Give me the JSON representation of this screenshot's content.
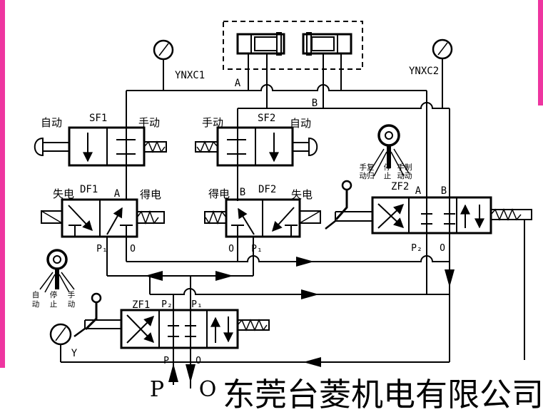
{
  "company_watermark": "东莞台菱机电有限公司",
  "gauges": {
    "left": "YNXC1",
    "right": "YNXC2",
    "bottom": "Y"
  },
  "actuator_box": {
    "port_a": "A",
    "port_b": "B"
  },
  "valves": {
    "sf1": {
      "id": "SF1",
      "left_label": "自动",
      "right_label": "手动"
    },
    "sf2": {
      "id": "SF2",
      "left_label": "手动",
      "right_label": "自动"
    },
    "df1": {
      "id": "DF1",
      "left_label": "失电",
      "right_label": "得电",
      "port_a": "A",
      "port_p1": "P₁",
      "port_o": "O"
    },
    "df2": {
      "id": "DF2",
      "left_label": "得电",
      "right_label": "失电",
      "port_b": "B",
      "port_o": "O",
      "port_p1": "P₁"
    },
    "zf2": {
      "id": "ZF2",
      "port_a": "A",
      "port_b": "B",
      "port_p2": "P₂",
      "port_o": "O",
      "selector": {
        "pos1_line1": "手复",
        "pos1_line2": "动归",
        "pos2_line1": "停",
        "pos2_line2": "止",
        "pos3_line1": "手制",
        "pos3_line2": "动动"
      }
    },
    "zf1": {
      "id": "ZF1",
      "port_p2": "P₂",
      "port_p1": "P₁",
      "port_p": "P",
      "port_o": "O",
      "selector": {
        "pos1_line1": "自",
        "pos1_line2": "动",
        "pos2_line1": "停",
        "pos2_line2": "止",
        "pos3_line1": "手",
        "pos3_line2": "动"
      }
    }
  },
  "supply_ports": {
    "p": "P",
    "o": "O"
  },
  "colors": {
    "line": "#000000",
    "background": "#ffffff",
    "watermark": "#b03069",
    "border_strip": "#ee35a0"
  }
}
